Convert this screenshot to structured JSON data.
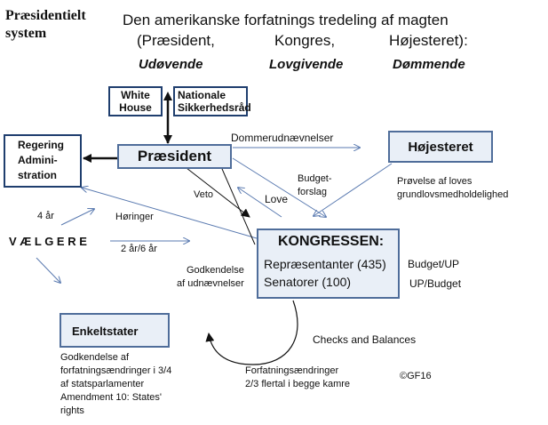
{
  "title": "Præsidentielt\nsystem",
  "header": {
    "line1": "Den amerikanske forfatnings tredeling af magten",
    "president_col": "(Præsident,",
    "kongres_col": "Kongres,",
    "hoj_col": "Højesteret):",
    "udovende": "Udøvende",
    "lovgivende": "Lovgivende",
    "dommende": "Dømmende"
  },
  "boxes": {
    "white_house": "White\nHouse",
    "nationale": "Nationale\nSikkerhedsråd",
    "regering": "Regering\nAdmini-\nstration",
    "praesident": "Præsident",
    "hojesteret": "Højesteret",
    "kongressen_title": "KONGRESSEN:",
    "repraesentanter": "Repræsentanter (435)",
    "senatorer": "Senatorer (100)",
    "enkeltstater": "Enkeltstater"
  },
  "labels": {
    "dommerudnaevnelser": "Dommerudnævnelser",
    "provelse": "Prøvelse af loves\ngrundlovsmedholdelighed",
    "budgetforslag": "Budget-\nforslag",
    "veto": "Veto",
    "love": "Love",
    "fire_aar": "4 år",
    "horinger": "Høringer",
    "vaelgere": "V Æ L G E R E",
    "to_seks_aar": "2 år/6 år",
    "godkendelse_udn": "Godkendelse\naf udnævnelser",
    "budget_up": "Budget/UP",
    "up_budget": "UP/Budget",
    "checks": "Checks and Balances",
    "godkendelse_forf": "Godkendelse af\nforfatningsændringer i 3/4\naf statsparlamenter\nAmendment 10: States'\nrights",
    "forfatningsaendringer": "Forfatningsændringer\n2/3 flertal i begge kamre",
    "copyright": "©GF16"
  }
}
